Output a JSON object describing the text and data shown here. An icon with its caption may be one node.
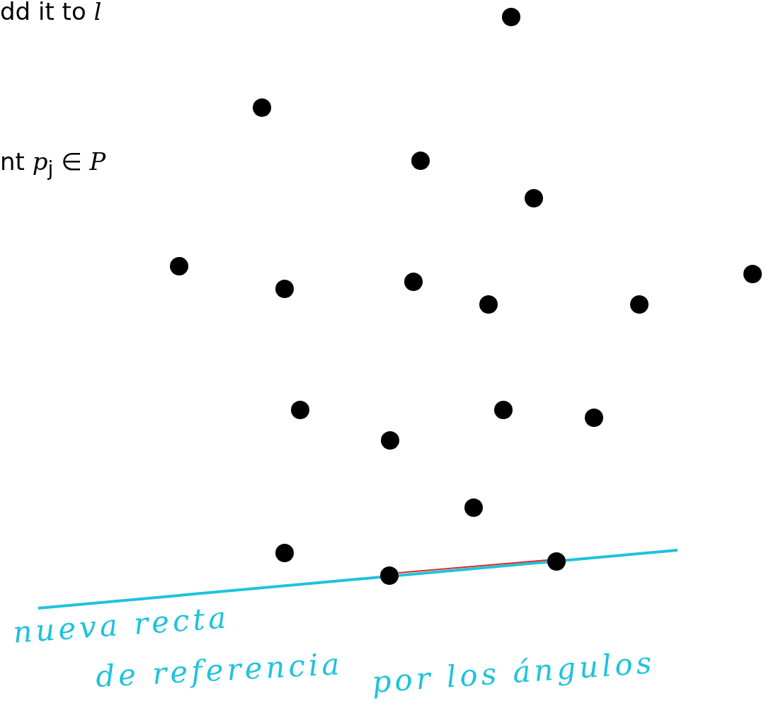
{
  "diagram": {
    "nodes": [
      {
        "text": [],
        "shape": "circle"
      },
      {
        "text": [],
        "shape": "circle"
      },
      {
        "text": [],
        "shape": "circle"
      },
      {
        "text": [],
        "shape": "circle"
      },
      {
        "text": [],
        "shape": "circle"
      },
      {
        "text": [],
        "shape": "circle"
      },
      {
        "text": [],
        "shape": "circle"
      },
      {
        "text": [],
        "shape": "circle"
      },
      {
        "text": [],
        "shape": "circle"
      },
      {
        "text": [],
        "shape": "circle"
      },
      {
        "text": [],
        "shape": "circle"
      },
      {
        "text": [],
        "shape": "circle"
      },
      {
        "text": [],
        "shape": "circle"
      },
      {
        "text": [],
        "shape": "circle"
      },
      {
        "text": [],
        "shape": "circle"
      },
      {
        "text": [],
        "shape": "circle"
      },
      {
        "text": [],
        "shape": "circle"
      },
      {
        "text": [],
        "shape": "circle"
      }
    ],
    "edges": [
      {
        "from": 17,
        "to": 16,
        "arrow": "none",
        "color": "#e3262b"
      }
    ],
    "labels": [
      "dd it to *l*",
      "nt *p*$_{j}$ ∈ *P*",
      "nueva recta",
      "de referencia",
      "por los ángulos"
    ]
  }
}
